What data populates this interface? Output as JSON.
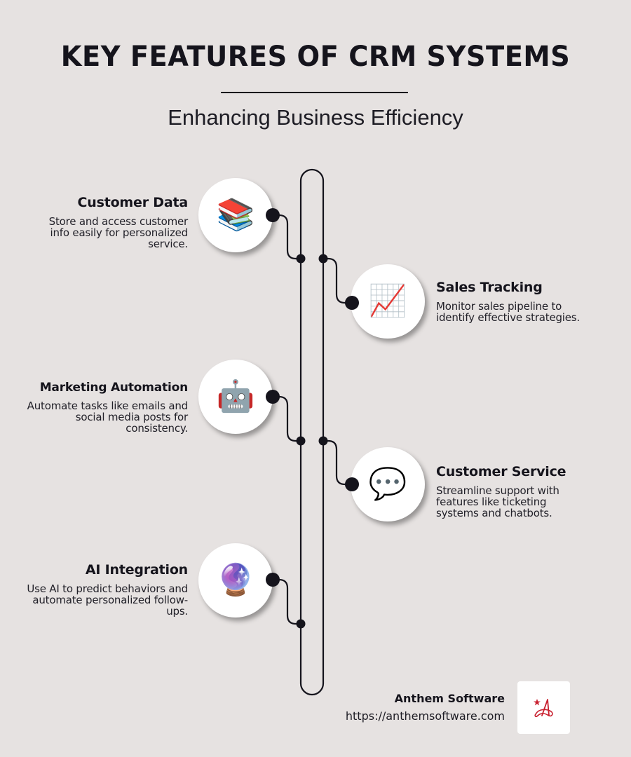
{
  "header": {
    "title": "KEY FEATURES OF CRM SYSTEMS",
    "subtitle": "Enhancing Business Efficiency"
  },
  "features": [
    {
      "side": "left",
      "title": "Customer Data",
      "description": "Store and access customer info easily for personalized service.",
      "icon": "books-icon",
      "glyph": "📚"
    },
    {
      "side": "right",
      "title": "Sales Tracking",
      "description": "Monitor sales pipeline to identify effective strategies.",
      "icon": "chart-increasing-icon",
      "glyph": "📈"
    },
    {
      "side": "left",
      "title": "Marketing Automation",
      "description": "Automate tasks like emails and social media posts for consistency.",
      "icon": "robot-icon",
      "glyph": "🤖"
    },
    {
      "side": "right",
      "title": "Customer Service",
      "description": "Streamline support with features like ticketing systems and chatbots.",
      "icon": "speech-bubble-icon",
      "glyph": "💬"
    },
    {
      "side": "left",
      "title": "AI Integration",
      "description": "Use AI to predict behaviors and automate personalized follow-ups.",
      "icon": "crystal-ball-icon",
      "glyph": "🔮"
    }
  ],
  "footer": {
    "company": "Anthem Software",
    "url": "https://anthemsoftware.com",
    "logo_icon": "anthem-logo-icon"
  },
  "colors": {
    "background": "#e6e2e1",
    "text": "#15141c",
    "line": "#15141c",
    "node_fill": "#ffffff",
    "logo_red": "#c8202f"
  }
}
